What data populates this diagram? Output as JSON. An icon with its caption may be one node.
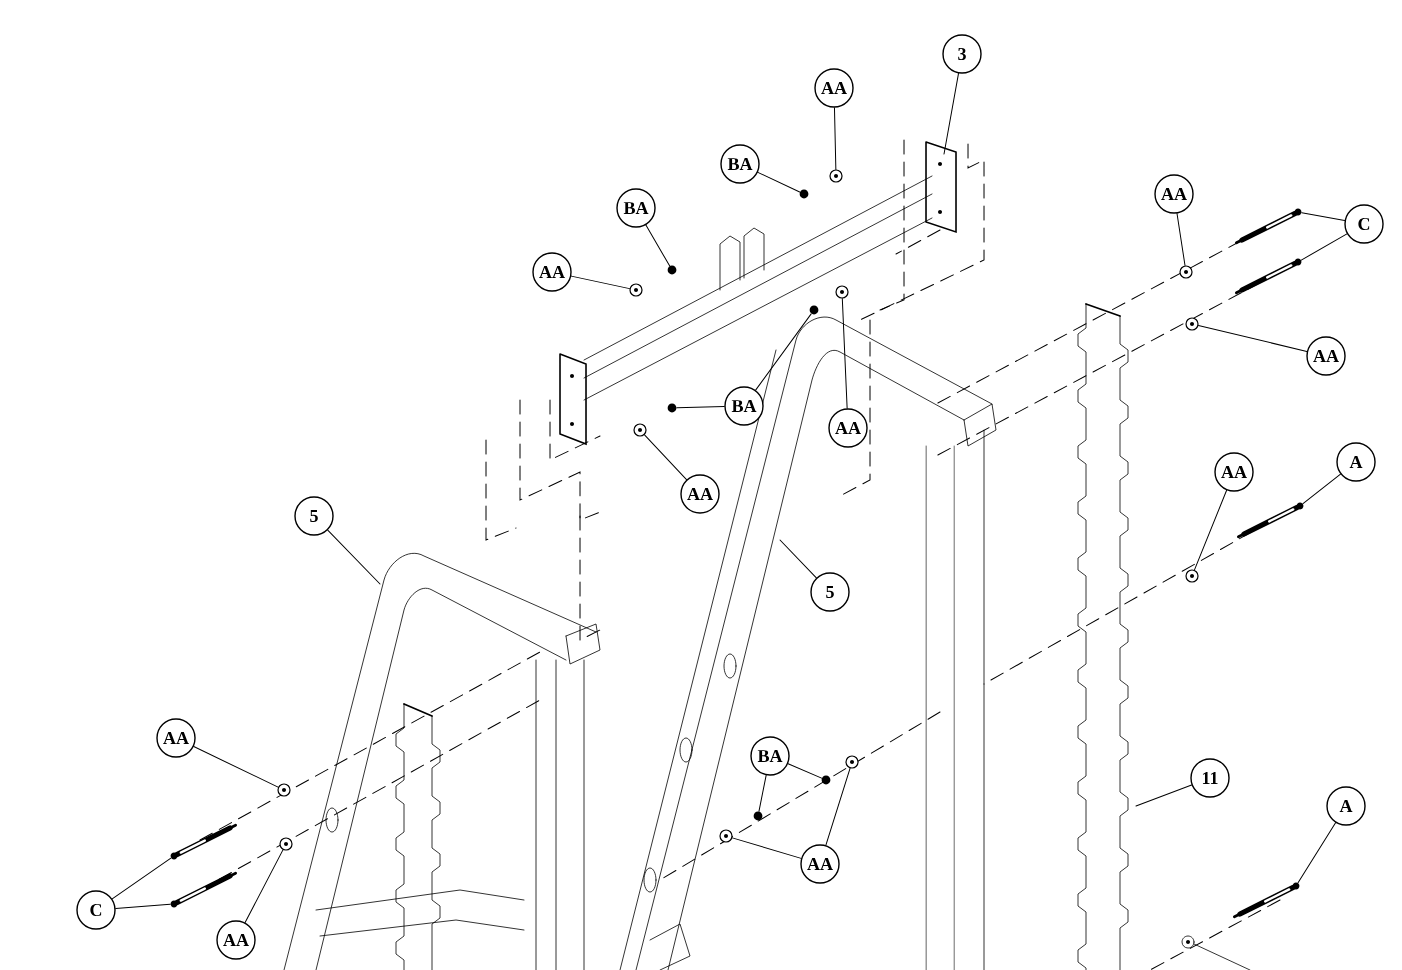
{
  "diagram": {
    "nodes": [
      {
        "text": [
          "3"
        ]
      },
      {
        "text": [
          "AA"
        ]
      },
      {
        "text": [
          "BA"
        ]
      },
      {
        "text": [
          "AA"
        ]
      },
      {
        "text": [
          "BA"
        ]
      },
      {
        "text": [
          "C"
        ]
      },
      {
        "text": [
          "AA"
        ]
      },
      {
        "text": [
          "AA"
        ]
      },
      {
        "text": [
          "BA"
        ]
      },
      {
        "text": [
          "AA"
        ]
      },
      {
        "text": [
          "AA"
        ]
      },
      {
        "text": [
          "A"
        ]
      },
      {
        "text": [
          "AA"
        ]
      },
      {
        "text": [
          "5"
        ]
      },
      {
        "text": [
          "5"
        ]
      },
      {
        "text": [
          "AA"
        ]
      },
      {
        "text": [
          "BA"
        ]
      },
      {
        "text": [
          "11"
        ]
      },
      {
        "text": [
          "A"
        ]
      },
      {
        "text": [
          "AA"
        ]
      },
      {
        "text": [
          "C"
        ]
      },
      {
        "text": [
          "AA"
        ]
      },
      {
        "text": [],
        "shape": "circle"
      },
      {
        "text": [],
        "shape": "circle"
      },
      {
        "text": [],
        "shape": "circle"
      },
      {
        "text": [],
        "shape": "circle"
      },
      {
        "text": [],
        "shape": "circle"
      },
      {
        "text": [],
        "shape": "circle"
      },
      {
        "text": [],
        "shape": "circle"
      },
      {
        "text": [],
        "shape": "circle"
      },
      {
        "text": [],
        "shape": "circle"
      },
      {
        "text": [],
        "shape": "circle"
      },
      {
        "text": [],
        "shape": "circle"
      },
      {
        "text": [],
        "shape": "dot"
      },
      {
        "text": [],
        "shape": "dot"
      },
      {
        "text": [],
        "shape": "dot"
      },
      {
        "text": [],
        "shape": "dot"
      },
      {
        "text": [],
        "shape": "dot"
      },
      {
        "text": [],
        "shape": "dot"
      },
      {
        "text": [],
        "shape": "bolt"
      },
      {
        "text": [],
        "shape": "bolt"
      },
      {
        "text": [],
        "shape": "bolt"
      },
      {
        "text": [],
        "shape": "bolt"
      },
      {
        "text": [],
        "shape": "bolt"
      },
      {
        "text": [],
        "shape": "bolt"
      }
    ],
    "edges": [
      {
        "from": 0,
        "to": null,
        "arrow": "none"
      },
      {
        "from": 1,
        "to": 22,
        "arrow": "none"
      },
      {
        "from": 2,
        "to": 33,
        "arrow": "none"
      },
      {
        "from": 3,
        "to": 23,
        "arrow": "none"
      },
      {
        "from": 4,
        "to": 34,
        "arrow": "none"
      },
      {
        "from": 5,
        "to": 39,
        "arrow": "none"
      },
      {
        "from": 5,
        "to": 40,
        "arrow": "none"
      },
      {
        "from": 6,
        "to": 24,
        "arrow": "none"
      },
      {
        "from": 7,
        "to": 26,
        "arrow": "none"
      },
      {
        "from": 8,
        "to": 36,
        "arrow": "none"
      },
      {
        "from": 8,
        "to": 35,
        "arrow": "none"
      },
      {
        "from": 9,
        "to": 25,
        "arrow": "none"
      },
      {
        "from": 10,
        "to": 28,
        "arrow": "none"
      },
      {
        "from": 11,
        "to": 41,
        "arrow": "none"
      },
      {
        "from": 12,
        "to": 27,
        "arrow": "none"
      },
      {
        "from": 13,
        "to": null,
        "arrow": "none"
      },
      {
        "from": 14,
        "to": null,
        "arrow": "none"
      },
      {
        "from": 15,
        "to": 30,
        "arrow": "none"
      },
      {
        "from": 16,
        "to": 37,
        "arrow": "none"
      },
      {
        "from": 16,
        "to": 38,
        "arrow": "none"
      },
      {
        "from": 17,
        "to": null,
        "arrow": "none"
      },
      {
        "from": 18,
        "to": 43,
        "arrow": "none"
      },
      {
        "from": 19,
        "to": 29,
        "arrow": "none"
      },
      {
        "from": 19,
        "to": 31,
        "arrow": "none"
      },
      {
        "from": 20,
        "to": 42,
        "arrow": "none"
      },
      {
        "from": 20,
        "to": 44,
        "arrow": "none"
      },
      {
        "from": 21,
        "to": 32,
        "arrow": "none"
      }
    ]
  }
}
